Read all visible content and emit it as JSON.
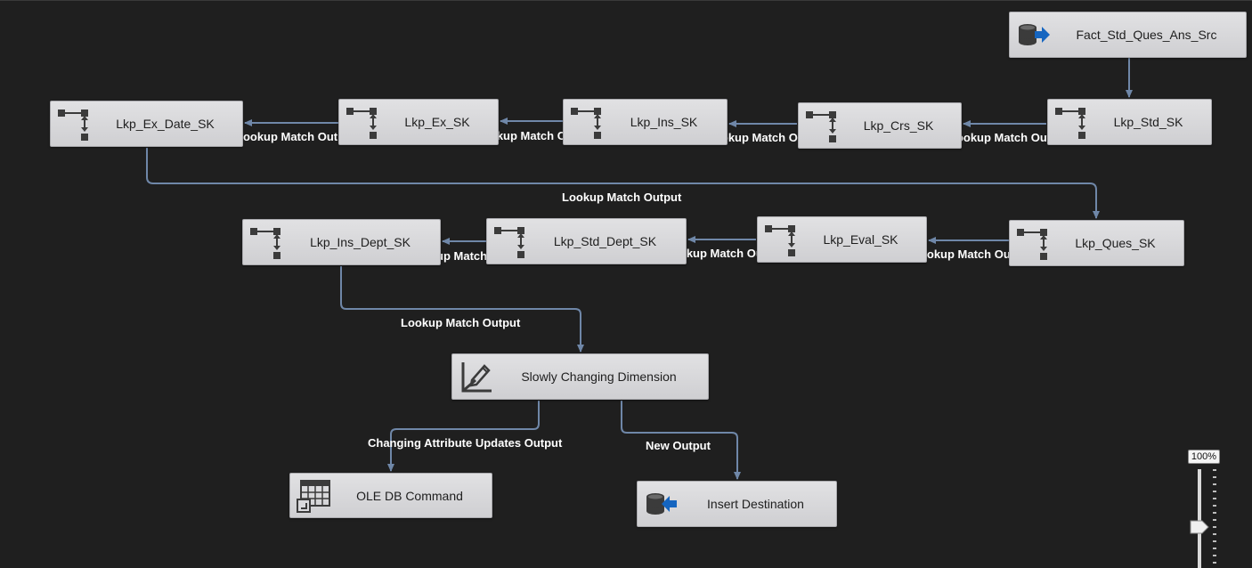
{
  "designer": {
    "nodes": {
      "fact_src": {
        "label": "Fact_Std_Ques_Ans_Src",
        "icon": "source-database-icon"
      },
      "lkp_std_sk": {
        "label": "Lkp_Std_SK",
        "icon": "lookup-icon"
      },
      "lkp_crs_sk": {
        "label": "Lkp_Crs_SK",
        "icon": "lookup-icon"
      },
      "lkp_ins_sk": {
        "label": "Lkp_Ins_SK",
        "icon": "lookup-icon"
      },
      "lkp_ex_sk": {
        "label": "Lkp_Ex_SK",
        "icon": "lookup-icon"
      },
      "lkp_ex_date_sk": {
        "label": "Lkp_Ex_Date_SK",
        "icon": "lookup-icon"
      },
      "lkp_ques_sk": {
        "label": "Lkp_Ques_SK",
        "icon": "lookup-icon"
      },
      "lkp_eval_sk": {
        "label": "Lkp_Eval_SK",
        "icon": "lookup-icon"
      },
      "lkp_std_dept_sk": {
        "label": "Lkp_Std_Dept_SK",
        "icon": "lookup-icon"
      },
      "lkp_ins_dept_sk": {
        "label": "Lkp_Ins_Dept_SK",
        "icon": "lookup-icon"
      },
      "scd": {
        "label": "Slowly Changing Dimension",
        "icon": "slowly-changing-dimension-icon"
      },
      "oledb_cmd": {
        "label": "OLE DB Command",
        "icon": "ole-db-command-icon"
      },
      "insert_dest": {
        "label": "Insert Destination",
        "icon": "destination-database-icon"
      }
    },
    "edges": {
      "std_to_crs": "Lookup Match Output",
      "crs_to_ins": "Lookup Match Output",
      "ins_to_ex": "Lookup Match Output",
      "ex_to_exdate": "Lookup Match Output",
      "exdate_to_ques": "Lookup Match Output",
      "ques_to_eval": "Lookup Match Output",
      "eval_to_stddept": "Lookup Match Output",
      "stddept_to_insdept": "Lookup Match Output",
      "insdept_to_scd": "Lookup Match Output",
      "scd_to_oledb": "Changing Attribute Updates Output",
      "scd_to_insert": "New Output"
    }
  },
  "zoom": {
    "level": "100%"
  },
  "colors": {
    "canvas": "#1f1f1f",
    "connector": "#6f87a8",
    "node_fill": "#d9d9dc",
    "icon_dark": "#3b3b3b",
    "arrow_blue": "#1565c0"
  }
}
